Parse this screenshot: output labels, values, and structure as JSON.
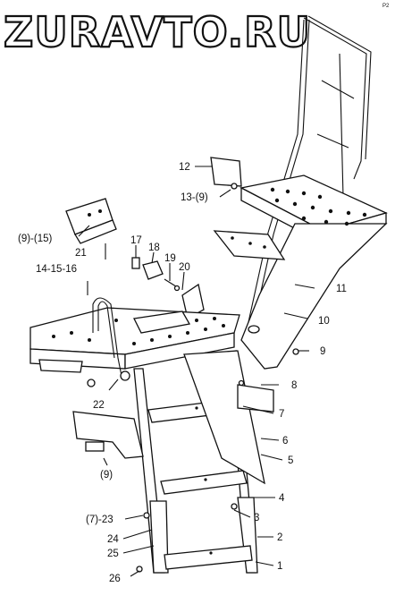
{
  "watermark": "ZURAVTO.RU",
  "corner_mark": "P2",
  "callouts": [
    {
      "id": "c12",
      "text": "12"
    },
    {
      "id": "c13",
      "text": "13-(9)"
    },
    {
      "id": "c9_15",
      "text": "(9)-(15)"
    },
    {
      "id": "c21",
      "text": "21"
    },
    {
      "id": "c17",
      "text": "17"
    },
    {
      "id": "c18",
      "text": "18"
    },
    {
      "id": "c19",
      "text": "19"
    },
    {
      "id": "c20",
      "text": "20"
    },
    {
      "id": "c14_15_16",
      "text": "14-15-16"
    },
    {
      "id": "c11",
      "text": "11"
    },
    {
      "id": "c10",
      "text": "10"
    },
    {
      "id": "c9",
      "text": "9"
    },
    {
      "id": "c8",
      "text": "8"
    },
    {
      "id": "c7",
      "text": "7"
    },
    {
      "id": "c22",
      "text": "22"
    },
    {
      "id": "c6",
      "text": "6"
    },
    {
      "id": "c5",
      "text": "5"
    },
    {
      "id": "c9b",
      "text": "(9)"
    },
    {
      "id": "c4",
      "text": "4"
    },
    {
      "id": "c7_23",
      "text": "(7)-23"
    },
    {
      "id": "c3",
      "text": "3"
    },
    {
      "id": "c24",
      "text": "24"
    },
    {
      "id": "c2",
      "text": "2"
    },
    {
      "id": "c25",
      "text": "25"
    },
    {
      "id": "c1",
      "text": "1"
    },
    {
      "id": "c26",
      "text": "26"
    }
  ]
}
